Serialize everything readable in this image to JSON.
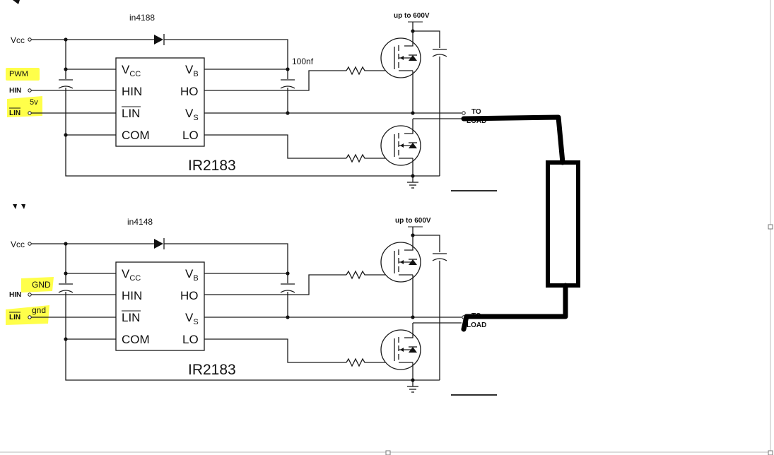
{
  "colors": {
    "highlight": "#ffff40",
    "line": "#1a1a1a",
    "frame": "#c8c8c8",
    "background": "#ffffff"
  },
  "circuit_top": {
    "vcc_input": "Vcc",
    "hin_label": "HIN",
    "lin_label": "LIN",
    "diode_label": "in4188",
    "cap_label": "100nf",
    "supply_label": "up to 600V",
    "load_label_line1": "TO",
    "load_label_line2": "LOAD",
    "chip_name": "IR2183",
    "chip_pins": {
      "vcc": "VCC",
      "hin": "HIN",
      "lin": "LIN",
      "com": "COM",
      "vb": "VB",
      "ho": "HO",
      "vs": "VS",
      "lo": "LO"
    },
    "annotation_hin": "PWM",
    "annotation_lin": "5v"
  },
  "circuit_bottom": {
    "vcc_input": "Vcc",
    "hin_label": "HIN",
    "lin_label": "LIN",
    "diode_label": "in4148",
    "supply_label": "up to 600V",
    "load_label_line1": "TO",
    "load_label_line2": "LOAD",
    "chip_name": "IR2183",
    "chip_pins": {
      "vcc": "VCC",
      "hin": "HIN",
      "lin": "LIN",
      "com": "COM",
      "vb": "VB",
      "ho": "HO",
      "vs": "VS",
      "lo": "LO"
    },
    "annotation_hin": "GND",
    "annotation_lin": "gnd"
  }
}
